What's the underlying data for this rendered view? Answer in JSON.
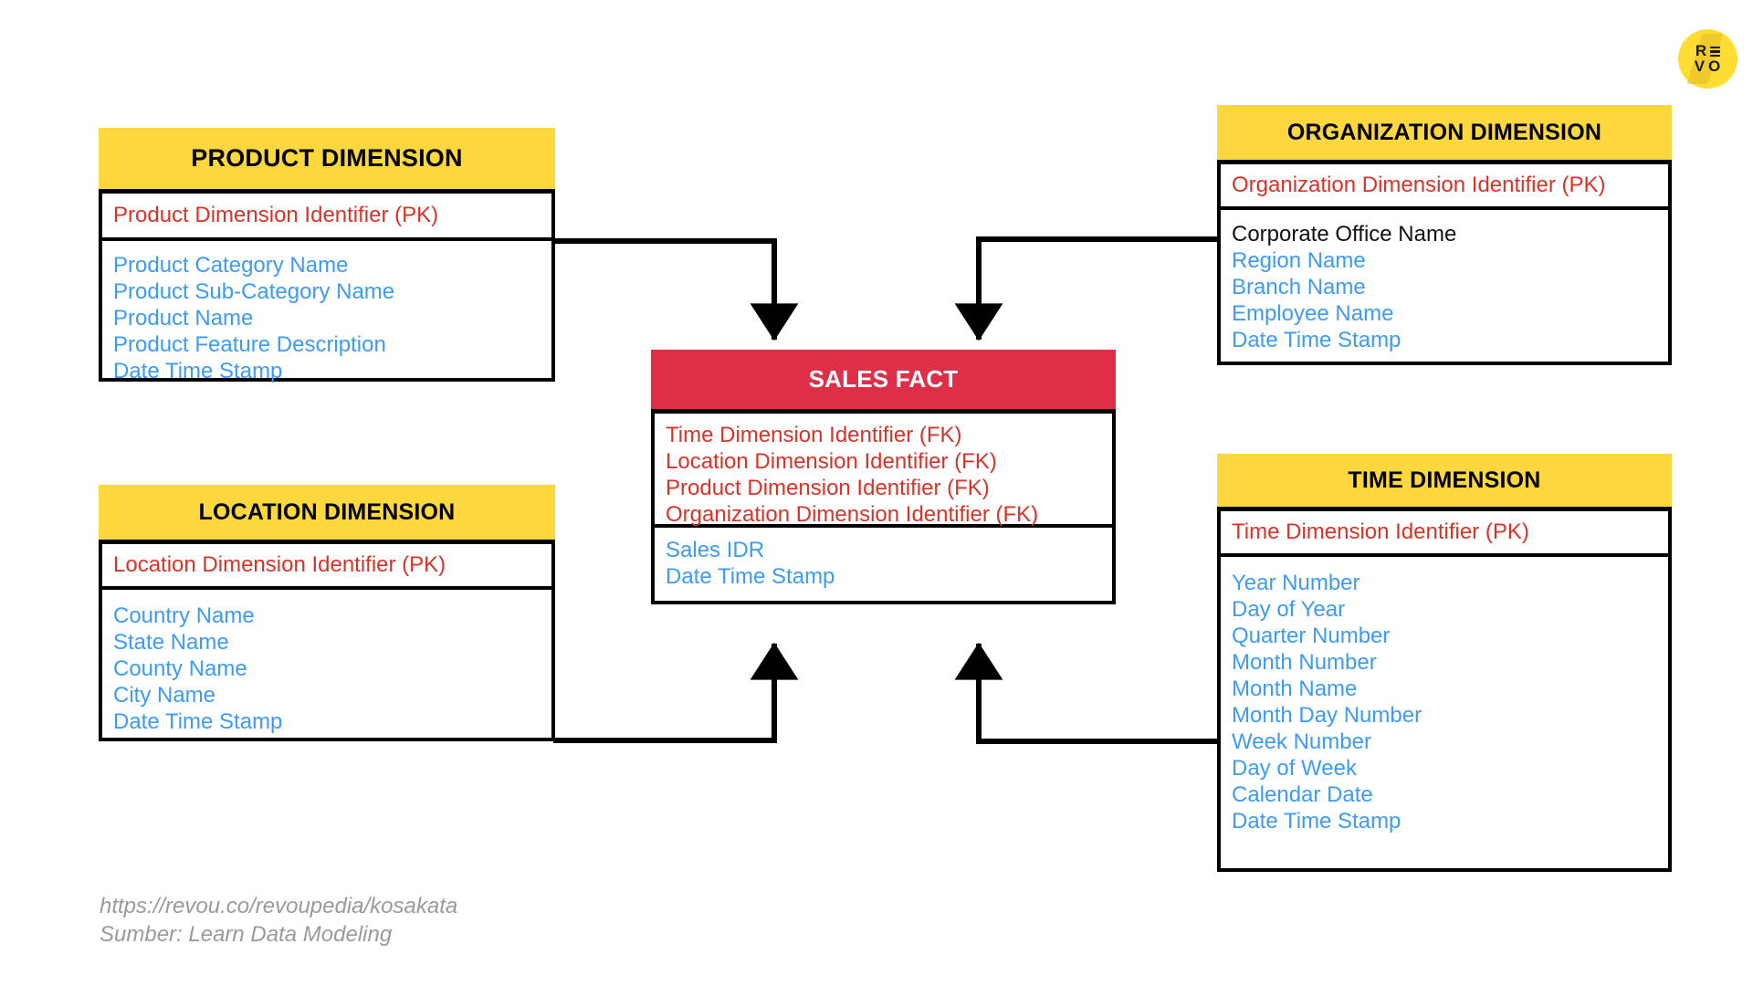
{
  "diagram": {
    "title": "Star Schema - Sales Fact and Dimensions",
    "colors": {
      "dimension_header_bg": "#FDD73E",
      "fact_header_bg": "#DE2F48",
      "key_text": "#D93328",
      "attribute_text": "#3D9BF5",
      "border": "#000000",
      "footer_text": "#9A9A9A",
      "logo_bg": "#FFDD33"
    },
    "entities": {
      "product": {
        "title": "PRODUCT DIMENSION",
        "key": "Product Dimension Identifier (PK)",
        "attributes": [
          "Product Category Name",
          "Product Sub-Category Name",
          "Product Name",
          "Product Feature Description",
          "Date Time Stamp"
        ]
      },
      "location": {
        "title": "LOCATION DIMENSION",
        "key": "Location Dimension Identifier (PK)",
        "attributes": [
          "Country Name",
          "State Name",
          "County Name",
          "City Name",
          "Date Time Stamp"
        ]
      },
      "organization": {
        "title": "ORGANIZATION DIMENSION",
        "key": "Organization Dimension Identifier (PK)",
        "attributes": [
          "Corporate Office Name",
          "Region Name",
          "Branch Name",
          "Employee Name",
          "Date Time Stamp"
        ]
      },
      "time": {
        "title": "TIME DIMENSION",
        "key": "Time Dimension Identifier (PK)",
        "attributes": [
          "Year Number",
          "Day of Year",
          "Quarter Number",
          "Month Number",
          "Month Name",
          "Month Day Number",
          "Week Number",
          "Day of Week",
          "Calendar Date",
          "Date Time Stamp"
        ]
      },
      "sales_fact": {
        "title": "SALES FACT",
        "foreign_keys": [
          "Time Dimension Identifier (FK)",
          "Location Dimension Identifier (FK)",
          "Product Dimension Identifier (FK)",
          "Organization Dimension Identifier (FK)"
        ],
        "measures": [
          "Sales IDR",
          "Date Time Stamp"
        ]
      }
    },
    "relationships": [
      {
        "from": "product",
        "to": "sales_fact"
      },
      {
        "from": "organization",
        "to": "sales_fact"
      },
      {
        "from": "location",
        "to": "sales_fact"
      },
      {
        "from": "time",
        "to": "sales_fact"
      }
    ]
  },
  "footer": {
    "url": "https://revou.co/revoupedia/kosakata",
    "source": "Sumber: Learn Data Modeling"
  },
  "logo": {
    "line1": "R",
    "line2": "V",
    "line3": "O"
  }
}
